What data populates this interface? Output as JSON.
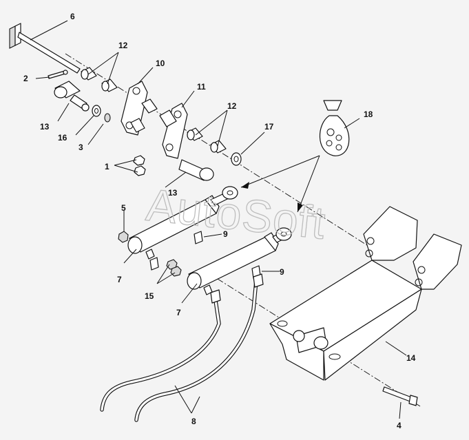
{
  "diagram": {
    "watermark": "AutoSoft",
    "callouts": {
      "c1": "1",
      "c2": "2",
      "c3": "3",
      "c4": "4",
      "c5": "5",
      "c6": "6",
      "c7a": "7",
      "c7b": "7",
      "c8": "8",
      "c9a": "9",
      "c9b": "9",
      "c10": "10",
      "c11": "11",
      "c12a": "12",
      "c12b": "12",
      "c13a": "13",
      "c13b": "13",
      "c14": "14",
      "c15": "15",
      "c16": "16",
      "c17": "17",
      "c18": "18"
    }
  }
}
